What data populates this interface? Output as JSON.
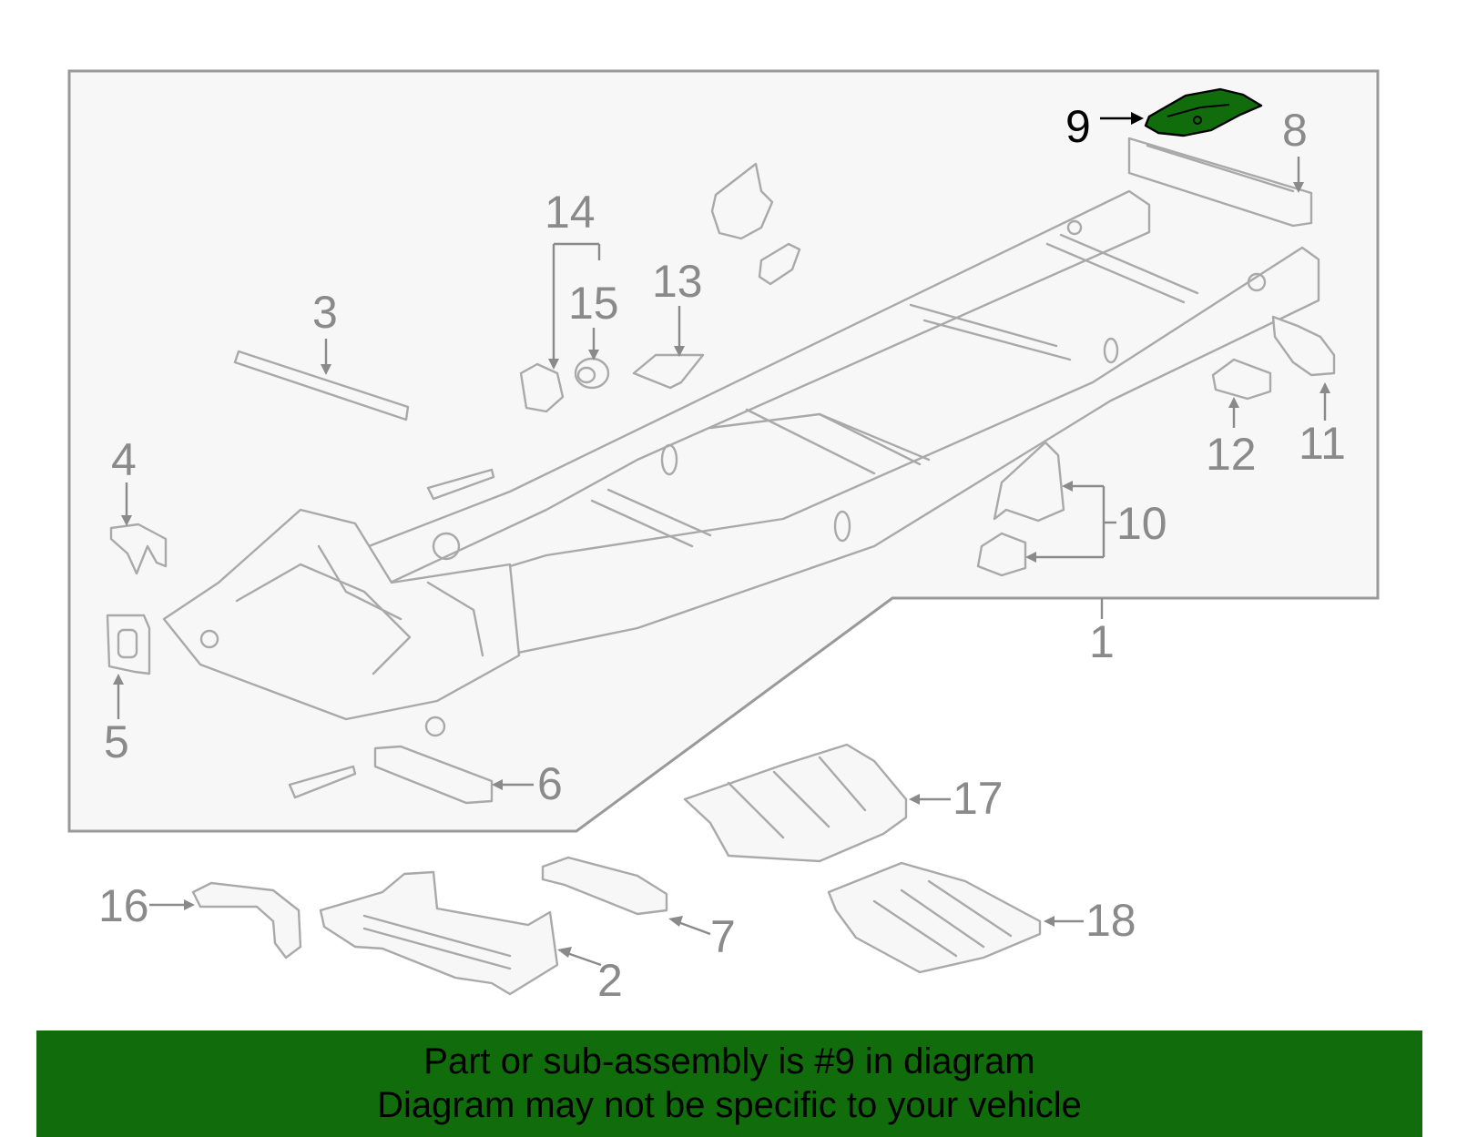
{
  "callouts": {
    "c1": "1",
    "c2": "2",
    "c3": "3",
    "c4": "4",
    "c5": "5",
    "c6": "6",
    "c7": "7",
    "c8": "8",
    "c9": "9",
    "c10": "10",
    "c11": "11",
    "c12": "12",
    "c13": "13",
    "c14": "14",
    "c15": "15",
    "c16": "16",
    "c17": "17",
    "c18": "18"
  },
  "highlighted_part": "9",
  "colors": {
    "highlight": "#116d0c",
    "part_outline": "#a9a9a9",
    "panel_fill": "#f7f7f7",
    "callout": "#8a8a8a"
  },
  "banner": {
    "line1": "Part or sub-assembly is #9 in diagram",
    "line2": "Diagram may not be specific to your vehicle"
  }
}
